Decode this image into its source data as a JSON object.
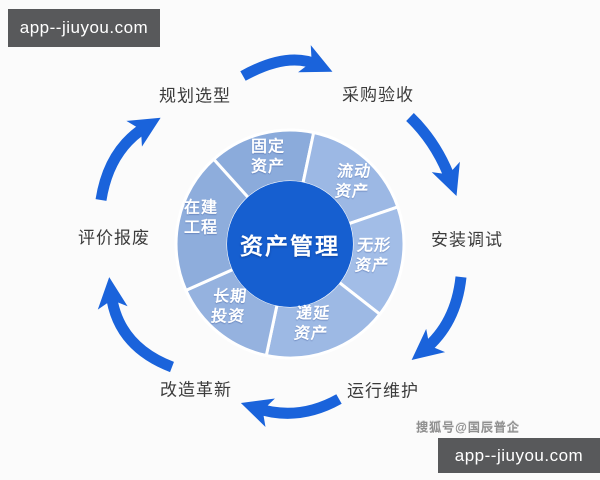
{
  "watermarks": {
    "top_left_badge": "app--jiuyou.com",
    "bottom_right_badge": "app--jiuyou.com",
    "source_credit": "搜狐号@国辰普企"
  },
  "diagram": {
    "center_label": "资产管理",
    "ring_segments": [
      {
        "name": "fixed-assets",
        "label_line1": "固定",
        "label_line2": "资产",
        "color": "#8BABDB"
      },
      {
        "name": "current-assets",
        "label_line1": "流动",
        "label_line2": "资产",
        "color": "#9CB8E4"
      },
      {
        "name": "intangible-assets",
        "label_line1": "无形",
        "label_line2": "资产",
        "color": "#A2BDE7"
      },
      {
        "name": "deferred-assets",
        "label_line1": "递延",
        "label_line2": "资产",
        "color": "#9DB9E4"
      },
      {
        "name": "long-term-investment",
        "label_line1": "长期",
        "label_line2": "投资",
        "color": "#95B2DF"
      },
      {
        "name": "construction-in-progress",
        "label_line1": "在建",
        "label_line2": "工程",
        "color": "#8EADDC"
      }
    ],
    "cycle_stages": [
      {
        "name": "planning-selection",
        "label": "规划选型"
      },
      {
        "name": "procurement-acceptance",
        "label": "采购验收"
      },
      {
        "name": "installation-debugging",
        "label": "安装调试"
      },
      {
        "name": "operation-maintenance",
        "label": "运行维护"
      },
      {
        "name": "transformation-innovation",
        "label": "改造革新"
      },
      {
        "name": "evaluation-scrapping",
        "label": "评价报废"
      }
    ],
    "colors": {
      "center_circle": "#165FD0",
      "arrow": "#1A63DB",
      "ring_divider": "#FFFFFF"
    }
  }
}
